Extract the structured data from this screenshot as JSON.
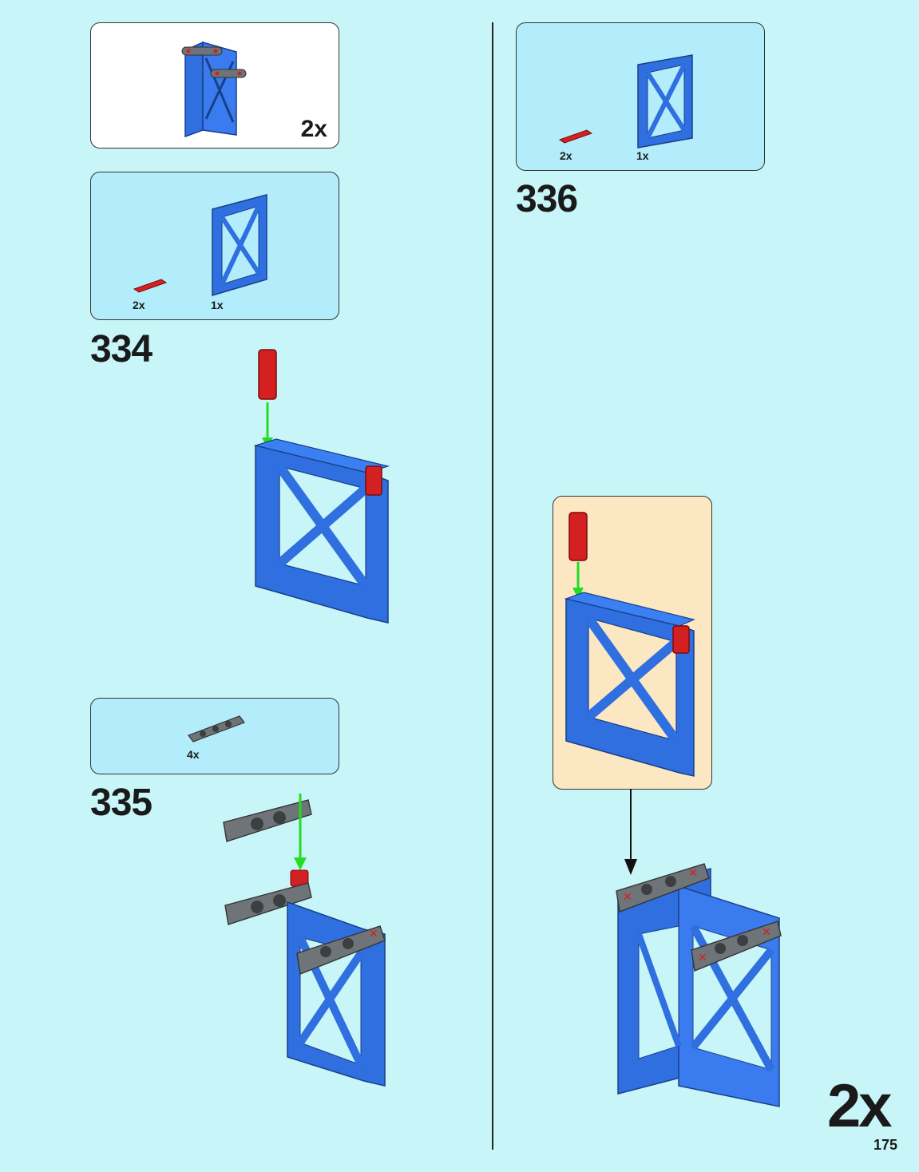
{
  "callout_top": {
    "qty": "2x"
  },
  "parts_334": {
    "pin_qty": "2x",
    "frame_qty": "1x"
  },
  "step_334": {
    "number": "334"
  },
  "parts_335": {
    "beam_qty": "4x"
  },
  "step_335": {
    "number": "335"
  },
  "parts_336": {
    "pin_qty": "2x",
    "frame_qty": "1x"
  },
  "step_336": {
    "number": "336",
    "multiplier": "2x"
  },
  "page": {
    "number": "175"
  },
  "colors": {
    "background": "#c8f5f7",
    "parts_box": "#b3ecfa",
    "subassembly_box": "#fbe8c3",
    "frame_blue": "#2f6fe0",
    "pin_red": "#d42020",
    "beam_gray": "#6f7478",
    "arrow_green": "#22dd22"
  }
}
